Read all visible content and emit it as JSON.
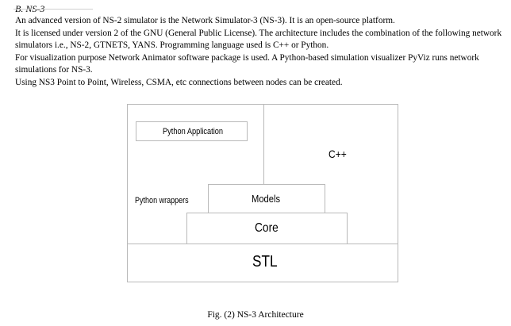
{
  "section": {
    "heading": "B.  NS-3"
  },
  "paragraphs": [
    "An advanced version of NS-2 simulator is the Network Simulator-3 (NS-3). It is an open-source platform.",
    "It is licensed under version 2 of the GNU (General Public License). The architecture includes the combination of the following network simulators i.e., NS-2, GTNETS, YANS. Programming language used is C++ or Python.",
    "For visualization purpose Network Animator software package is used. A Python-based simulation visualizer PyViz runs network simulations for NS-3.",
    "Using NS3 Point to Point, Wireless, CSMA, etc connections between nodes can be created."
  ],
  "diagram": {
    "python_application": "Python Application",
    "cpp": "C++",
    "python_wrappers": "Python wrappers",
    "models": "Models",
    "core": "Core",
    "stl": "STL"
  },
  "figure": {
    "caption": "Fig. (2) NS-3 Architecture"
  }
}
